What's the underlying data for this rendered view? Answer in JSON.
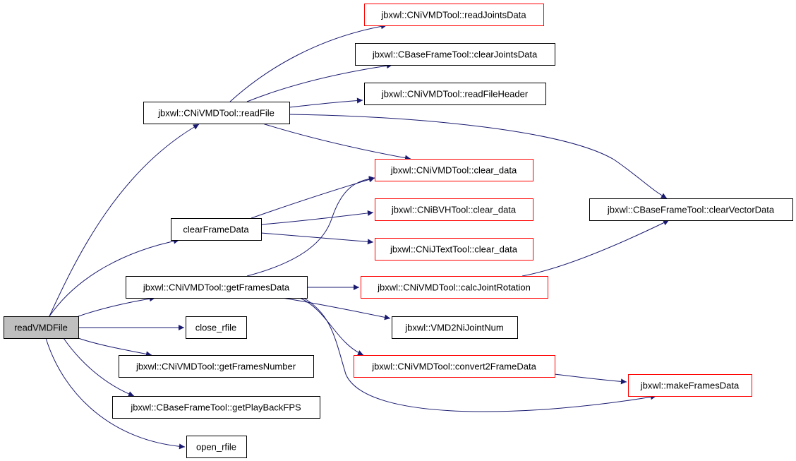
{
  "diagram": {
    "type": "call-graph",
    "colors": {
      "edge": "#191970",
      "node_border_default": "#000000",
      "node_border_truncated": "#ff0000",
      "node_fill_default": "#ffffff",
      "node_fill_root": "#bfbfbf"
    },
    "nodes": [
      {
        "id": "readVMDFile",
        "label": "readVMDFile",
        "style": "root"
      },
      {
        "id": "readFile",
        "label": "jbxwl::CNiVMDTool::readFile",
        "style": "default"
      },
      {
        "id": "clearFrameData",
        "label": "clearFrameData",
        "style": "default"
      },
      {
        "id": "getFramesData",
        "label": "jbxwl::CNiVMDTool::getFramesData",
        "style": "default"
      },
      {
        "id": "close_rfile",
        "label": "close_rfile",
        "style": "default"
      },
      {
        "id": "getFramesNumber",
        "label": "jbxwl::CNiVMDTool::getFramesNumber",
        "style": "default"
      },
      {
        "id": "getPlayBackFPS",
        "label": "jbxwl::CBaseFrameTool::getPlayBackFPS",
        "style": "default"
      },
      {
        "id": "open_rfile",
        "label": "open_rfile",
        "style": "default"
      },
      {
        "id": "readJointsData",
        "label": "jbxwl::CNiVMDTool::readJointsData",
        "style": "truncated"
      },
      {
        "id": "clearJointsData",
        "label": "jbxwl::CBaseFrameTool::clearJointsData",
        "style": "default"
      },
      {
        "id": "readFileHeader",
        "label": "jbxwl::CNiVMDTool::readFileHeader",
        "style": "default"
      },
      {
        "id": "vmd_clear_data",
        "label": "jbxwl::CNiVMDTool::clear_data",
        "style": "truncated"
      },
      {
        "id": "bvh_clear_data",
        "label": "jbxwl::CNiBVHTool::clear_data",
        "style": "truncated"
      },
      {
        "id": "jtext_clear_data",
        "label": "jbxwl::CNiJTextTool::clear_data",
        "style": "truncated"
      },
      {
        "id": "calcJointRotation",
        "label": "jbxwl::CNiVMDTool::calcJointRotation",
        "style": "truncated"
      },
      {
        "id": "VMD2NiJointNum",
        "label": "jbxwl::VMD2NiJointNum",
        "style": "default"
      },
      {
        "id": "convert2FrameData",
        "label": "jbxwl::CNiVMDTool::convert2FrameData",
        "style": "truncated"
      },
      {
        "id": "clearVectorData",
        "label": "jbxwl::CBaseFrameTool::clearVectorData",
        "style": "default"
      },
      {
        "id": "makeFramesData",
        "label": "jbxwl::makeFramesData",
        "style": "truncated"
      }
    ],
    "edges": [
      {
        "from": "readVMDFile",
        "to": "readFile"
      },
      {
        "from": "readVMDFile",
        "to": "clearFrameData"
      },
      {
        "from": "readVMDFile",
        "to": "getFramesData"
      },
      {
        "from": "readVMDFile",
        "to": "close_rfile"
      },
      {
        "from": "readVMDFile",
        "to": "getFramesNumber"
      },
      {
        "from": "readVMDFile",
        "to": "getPlayBackFPS"
      },
      {
        "from": "readVMDFile",
        "to": "open_rfile"
      },
      {
        "from": "readFile",
        "to": "readJointsData"
      },
      {
        "from": "readFile",
        "to": "clearJointsData"
      },
      {
        "from": "readFile",
        "to": "readFileHeader"
      },
      {
        "from": "readFile",
        "to": "vmd_clear_data"
      },
      {
        "from": "readFile",
        "to": "clearVectorData"
      },
      {
        "from": "clearFrameData",
        "to": "vmd_clear_data"
      },
      {
        "from": "clearFrameData",
        "to": "bvh_clear_data"
      },
      {
        "from": "clearFrameData",
        "to": "jtext_clear_data"
      },
      {
        "from": "getFramesData",
        "to": "vmd_clear_data"
      },
      {
        "from": "getFramesData",
        "to": "calcJointRotation"
      },
      {
        "from": "getFramesData",
        "to": "VMD2NiJointNum"
      },
      {
        "from": "getFramesData",
        "to": "convert2FrameData"
      },
      {
        "from": "getFramesData",
        "to": "makeFramesData"
      },
      {
        "from": "calcJointRotation",
        "to": "clearVectorData"
      },
      {
        "from": "convert2FrameData",
        "to": "makeFramesData"
      }
    ]
  }
}
